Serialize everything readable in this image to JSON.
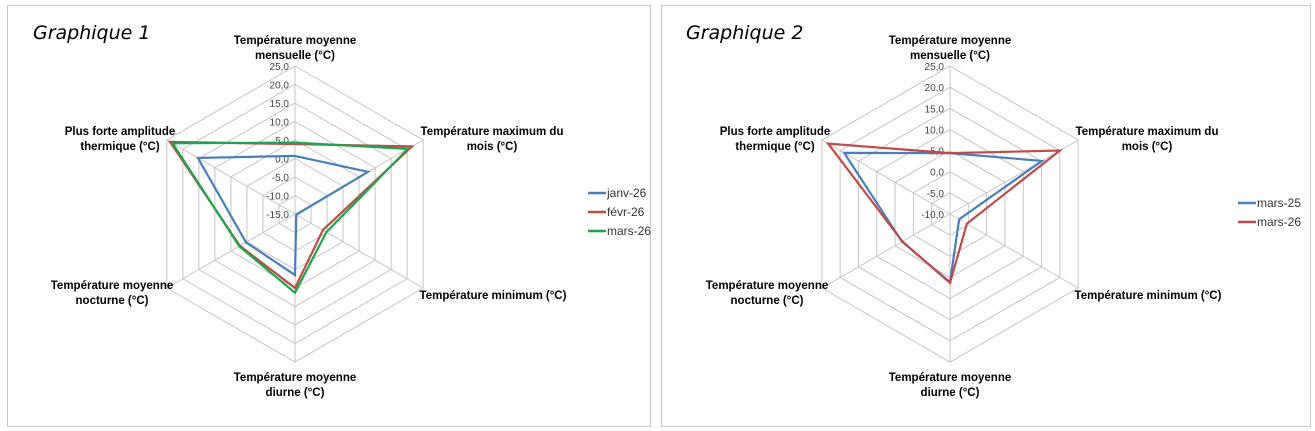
{
  "panels": [
    {
      "title": "Graphique 1"
    },
    {
      "title": "Graphique 2"
    }
  ],
  "chart_data": [
    {
      "type": "radar",
      "title": "Graphique 1",
      "axes": [
        [
          "Température moyenne",
          "mensuelle (°C)"
        ],
        [
          "Température maximum du",
          "mois (°C)"
        ],
        [
          "Température minimum (°C)"
        ],
        [
          "Température moyenne",
          "diurne (°C)"
        ],
        [
          "Température moyenne",
          "nocturne (°C)"
        ],
        [
          "Plus forte amplitude",
          "thermique (°C)"
        ]
      ],
      "range": [
        -15,
        25
      ],
      "tick_step": 5,
      "tick_labels": [
        "25,0",
        "20,0",
        "15,0",
        "10,0",
        "5,0",
        "0,0",
        "-5,0",
        "-10,0",
        "-15,0"
      ],
      "legend_position": "right",
      "series": [
        {
          "name": "janv-26",
          "color": "#4a7ebb",
          "values": [
            0.7,
            7.8,
            -14.6,
            1.5,
            0.3,
            15.3
          ]
        },
        {
          "name": "févr-26",
          "color": "#be4b48",
          "values": [
            3.9,
            21.5,
            -6.3,
            5.0,
            2.2,
            24.0
          ]
        },
        {
          "name": "mars-26",
          "color": "#1aa64a",
          "values": [
            4.3,
            20.2,
            -5.2,
            6.3,
            2.4,
            23.2
          ]
        }
      ]
    },
    {
      "type": "radar",
      "title": "Graphique 2",
      "axes": [
        [
          "Température moyenne",
          "mensuelle (°C)"
        ],
        [
          "Température maximum du",
          "mois (°C)"
        ],
        [
          "Température minimum (°C)"
        ],
        [
          "Température moyenne",
          "diurne (°C)"
        ],
        [
          "Température moyenne",
          "nocturne (°C)"
        ],
        [
          "Plus forte amplitude",
          "thermique (°C)"
        ]
      ],
      "range": [
        -10,
        25
      ],
      "tick_step": 5,
      "tick_labels": [
        "25,0",
        "20,0",
        "15,0",
        "10,0",
        "5,0",
        "0,0",
        "-5,0",
        "-10,0"
      ],
      "legend_position": "right",
      "series": [
        {
          "name": "mars-25",
          "color": "#4a7ebb",
          "values": [
            4.4,
            15.1,
            -7.5,
            6.1,
            3.1,
            18.9
          ]
        },
        {
          "name": "mars-26",
          "color": "#be4b48",
          "values": [
            4.4,
            20.0,
            -5.4,
            6.3,
            3.0,
            23.3
          ]
        }
      ]
    }
  ]
}
